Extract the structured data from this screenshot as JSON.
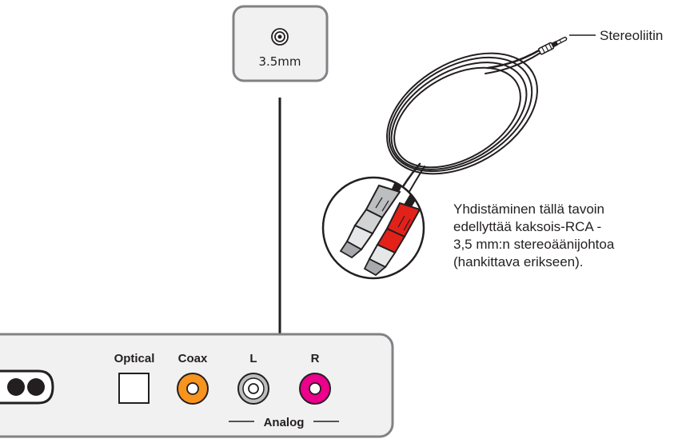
{
  "jack_box": {
    "label": "3.5mm",
    "icon": "audio-jack-icon"
  },
  "cable": {
    "plug_label": "Stereoliitin",
    "note_lines": [
      "Yhdistäminen tällä tavoin",
      "edellyttää kaksois-RCA -",
      "3,5 mm:n stereoäänijohtoa",
      "(hankittava erikseen)."
    ]
  },
  "panel": {
    "ports": {
      "optical": "Optical",
      "coax": "Coax",
      "left": "L",
      "right": "R"
    },
    "group_label": "Analog"
  },
  "colors": {
    "frame": "#808285",
    "box_fill": "#f1f1f2",
    "coax": "#f7941d",
    "left_channel": "#bcbec0",
    "right_channel": "#ec008c",
    "rca_red": "#e32119",
    "cable": "#231f20"
  }
}
